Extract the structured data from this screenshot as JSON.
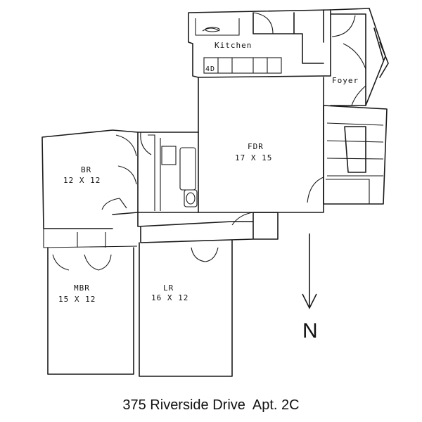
{
  "rooms": {
    "kitchen": {
      "name": "Kitchen",
      "note": "4D"
    },
    "foyer": {
      "name": "Foyer"
    },
    "fdr": {
      "name": "FDR",
      "size": "17 X 15"
    },
    "br": {
      "name": "BR",
      "size": "12 X 12"
    },
    "mbr": {
      "name": "MBR",
      "size": "15 X 12"
    },
    "lr": {
      "name": "LR",
      "size": "16 X 12"
    }
  },
  "compass": {
    "label": "N"
  },
  "caption": "375 Riverside Drive  Apt. 2C"
}
